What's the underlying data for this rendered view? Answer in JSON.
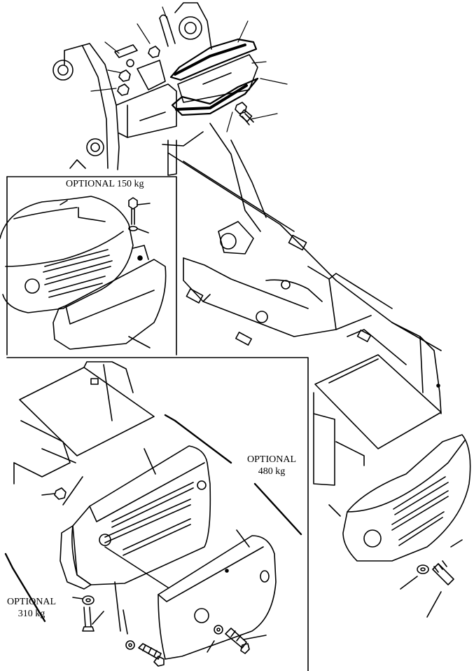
{
  "labels": {
    "optional_150": "OPTIONAL 150 kg",
    "optional_480_line1": "OPTIONAL",
    "optional_480_line2": "480 kg",
    "optional_310_line1": "OPTIONAL",
    "optional_310_line2": "310 kg"
  },
  "colors": {
    "line": "#000000",
    "background": "#ffffff"
  }
}
